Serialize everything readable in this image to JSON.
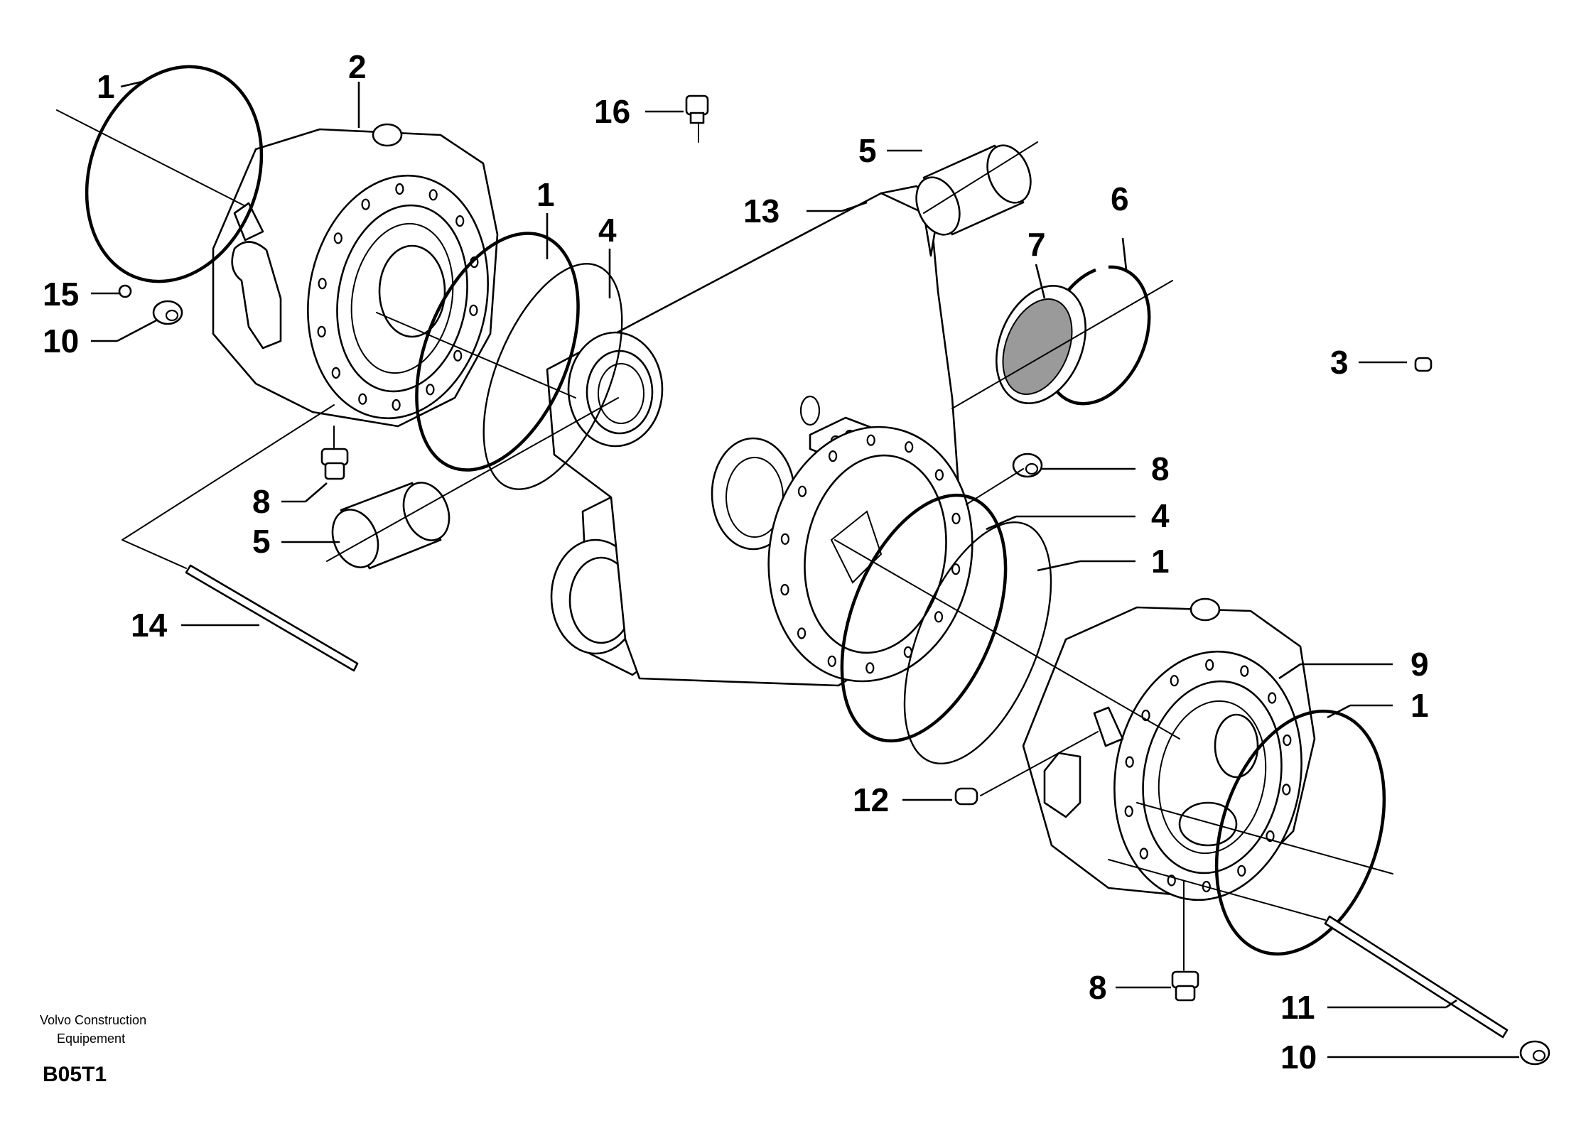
{
  "diagram": {
    "callouts": [
      "1",
      "2",
      "16",
      "5",
      "13",
      "1",
      "4",
      "6",
      "7",
      "15",
      "10",
      "3",
      "8",
      "8",
      "4",
      "5",
      "1",
      "14",
      "9",
      "1",
      "12",
      "8",
      "11",
      "10"
    ],
    "caption_line1": "Volvo Construction",
    "caption_line2": "Equipement",
    "drawing_code": "B05T1"
  }
}
